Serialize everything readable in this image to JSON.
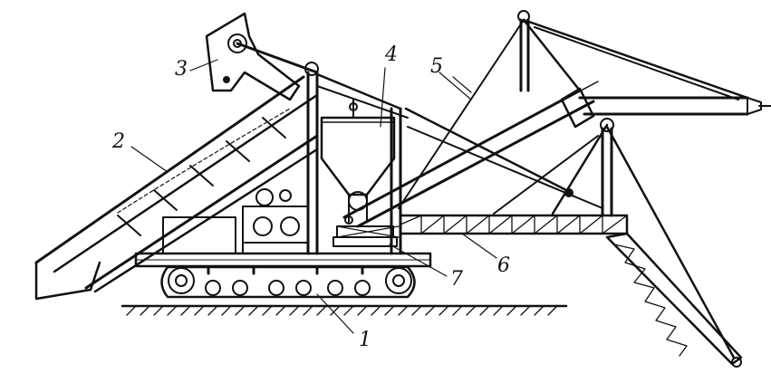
{
  "callouts": [
    {
      "id": "1",
      "text": "1"
    },
    {
      "id": "2",
      "text": "2"
    },
    {
      "id": "3",
      "text": "3"
    },
    {
      "id": "4",
      "text": "4"
    },
    {
      "id": "5",
      "text": "5"
    },
    {
      "id": "6",
      "text": "6"
    },
    {
      "id": "7",
      "text": "7"
    }
  ],
  "colors": {
    "line": "#111111",
    "background": "#ffffff"
  }
}
